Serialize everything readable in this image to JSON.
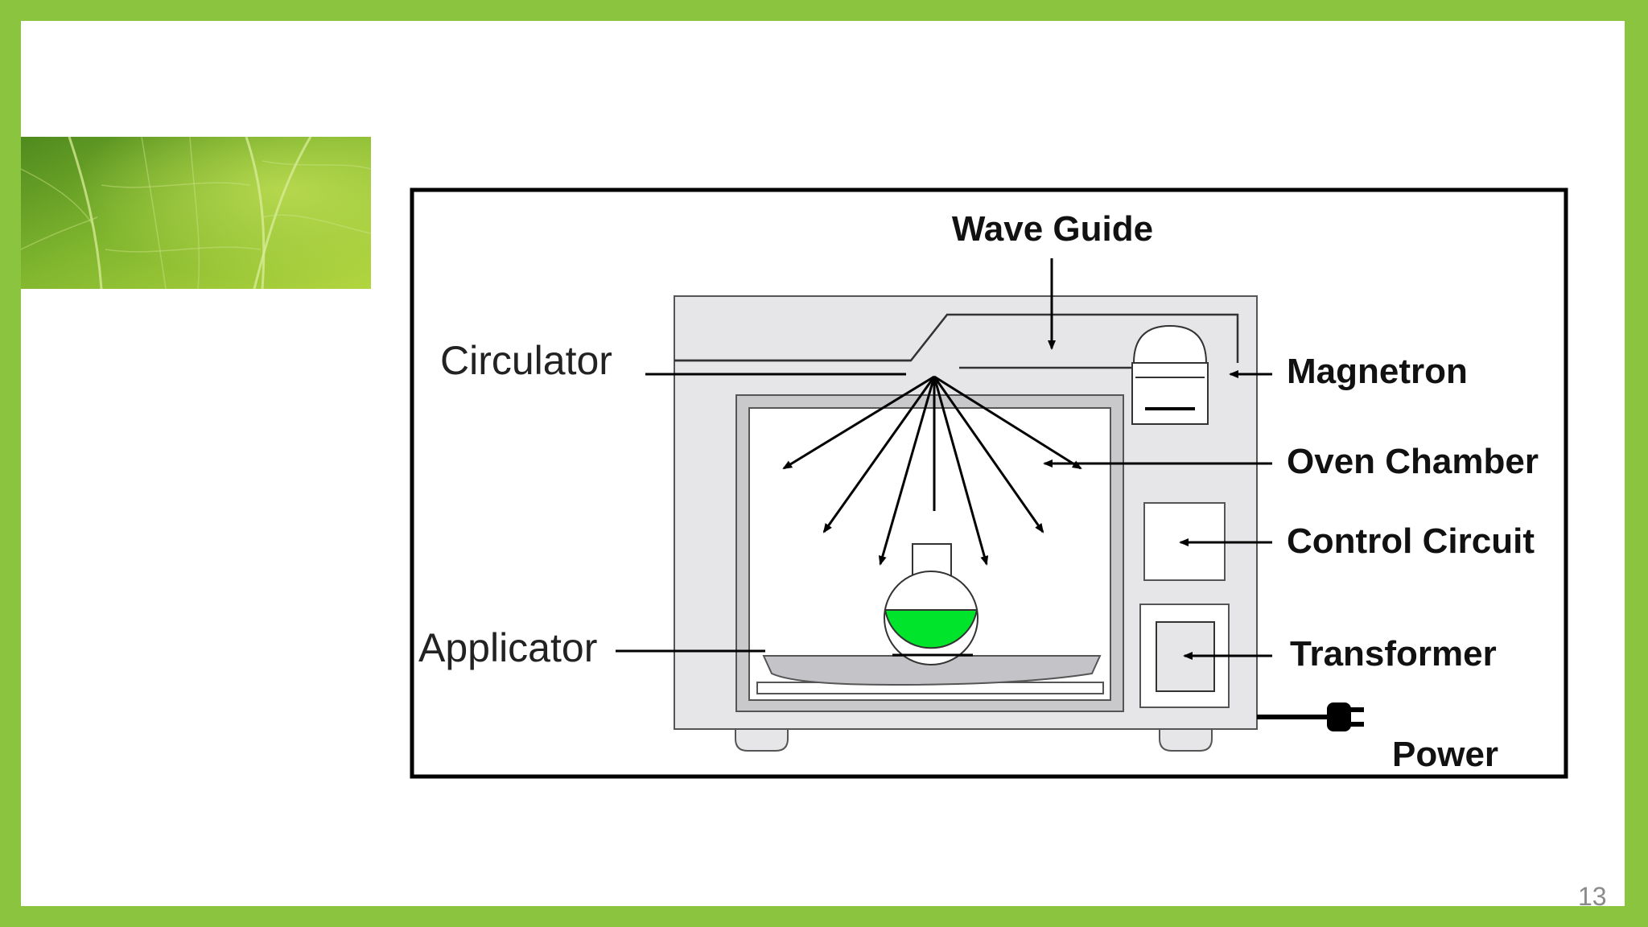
{
  "diagram": {
    "labels": {
      "wave_guide": "Wave Guide",
      "circulator": "Circulator",
      "magnetron": "Magnetron",
      "oven_chamber": "Oven Chamber",
      "control_circuit": "Control Circuit",
      "applicator": "Applicator",
      "transformer": "Transformer",
      "power": "Power"
    }
  },
  "slide": {
    "page_number": "13"
  },
  "colors": {
    "frame_green": "#8bc540",
    "liquid_green": "#00e52c",
    "oven_gray": "#e6e6e9"
  }
}
